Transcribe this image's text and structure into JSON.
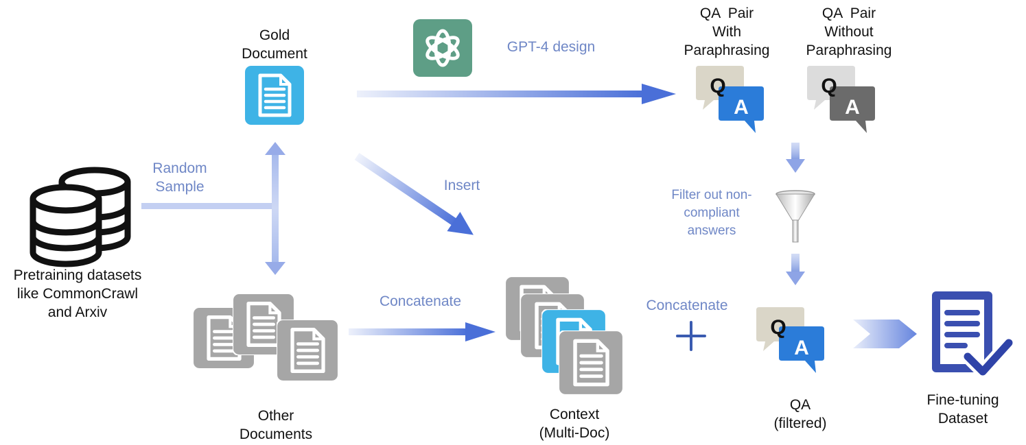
{
  "nodes": {
    "gold_document": {
      "lines": [
        "Gold",
        "Document"
      ]
    },
    "pretraining": {
      "lines": [
        "Pretraining datasets",
        "like CommonCrawl",
        "and Arxiv"
      ]
    },
    "other_documents": {
      "lines": [
        "Other",
        "Documents"
      ]
    },
    "context": {
      "lines": [
        "Context",
        "(Multi-Doc)"
      ]
    },
    "qa_with_paraphrasing": {
      "lines": [
        "QA  Pair",
        "With",
        "Paraphrasing"
      ]
    },
    "qa_without_paraphrasing": {
      "lines": [
        "QA  Pair",
        "Without",
        "Paraphrasing"
      ]
    },
    "qa_filtered": {
      "lines": [
        "QA",
        "(filtered)"
      ]
    },
    "finetuning_dataset": {
      "lines": [
        "Fine-tuning",
        "Dataset"
      ]
    }
  },
  "edges": {
    "gpt4_design": "GPT-4 design",
    "random_sample": [
      "Random",
      "Sample"
    ],
    "insert": "Insert",
    "concatenate_docs": "Concatenate",
    "concatenate_qa": "Concatenate",
    "filter": [
      "Filter out non-",
      "compliant",
      "answers"
    ]
  },
  "bubble_letters": {
    "question": "Q",
    "answer": "A"
  },
  "colors": {
    "arrow_blue": "#4a6fd8",
    "label_blue": "#6f87c6",
    "gold_doc_cyan": "#3eb3e6",
    "other_doc_gray": "#a6a6a6",
    "gpt_logo_green": "#5e9e86",
    "q_bubble_beige": "#dad6c8",
    "a_bubble_blue": "#2b7cd9",
    "a_bubble_gray": "#6b6b6b",
    "dataset_navy": "#3a4fb0",
    "check_blue": "#2f43a8"
  },
  "icons": [
    "database-icon",
    "document-icon",
    "openai-logo-icon",
    "qa-bubble-icon",
    "funnel-icon",
    "plus-icon",
    "chevron-arrow-icon",
    "dataset-checklist-icon"
  ]
}
